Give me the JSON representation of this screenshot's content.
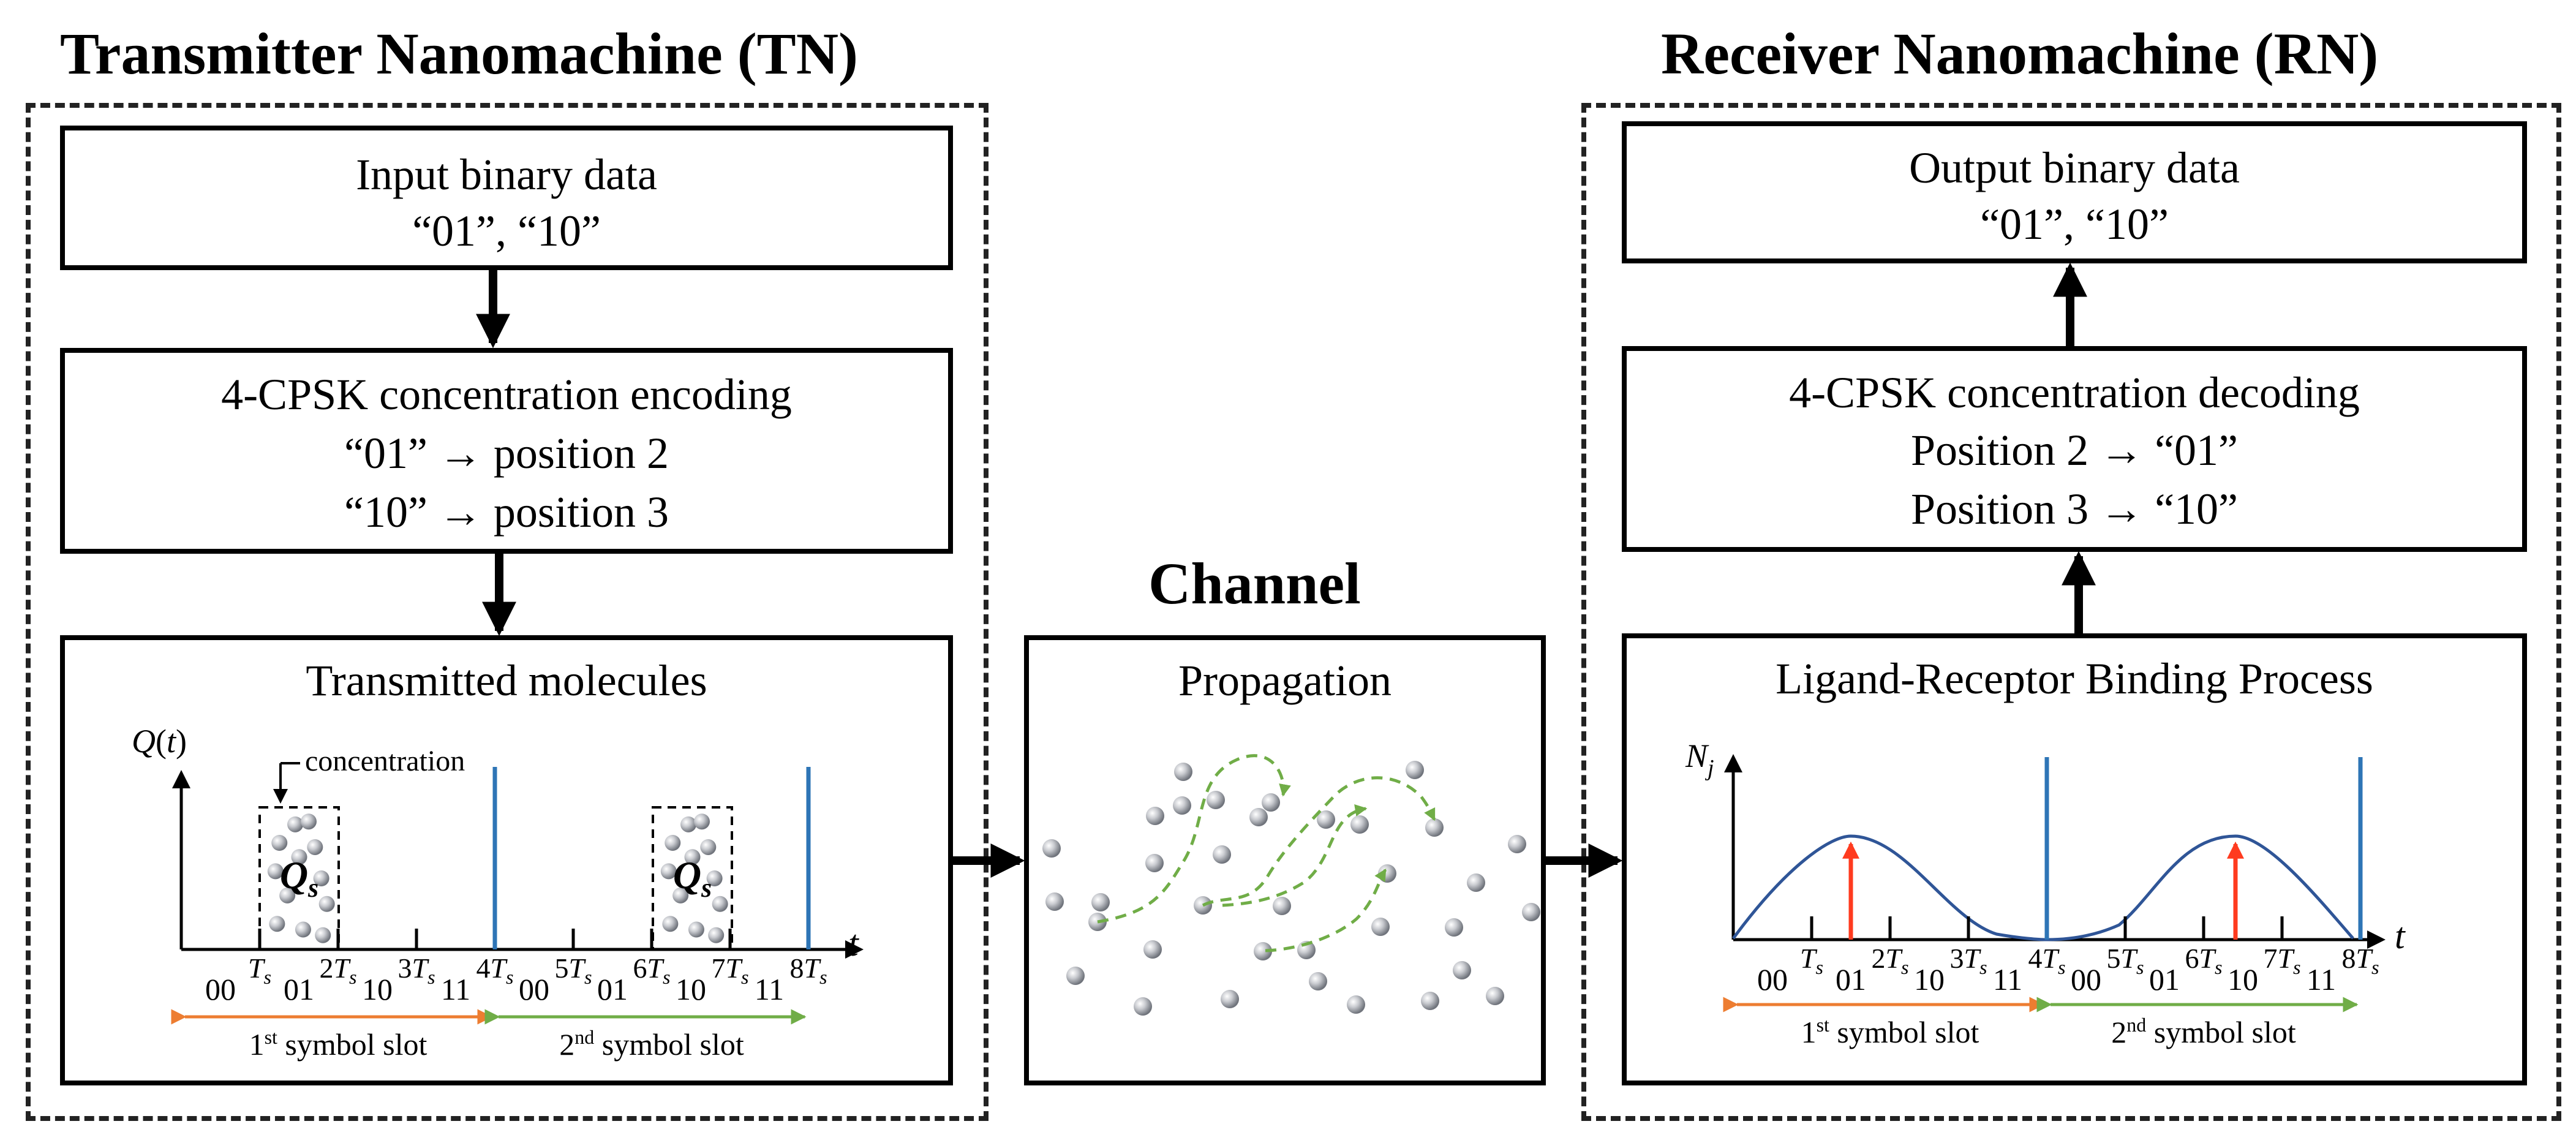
{
  "tn": {
    "title": "Transmitter Nanomachine (TN)",
    "input_box": {
      "line1": "Input binary data",
      "line2": "“01”, “10”"
    },
    "encoding_box": {
      "line1": "4-CPSK concentration encoding",
      "line2": "“01” → position 2",
      "line3": "“10” → position 3"
    },
    "molecules_box": {
      "title": "Transmitted molecules",
      "y_label": "Q(t)",
      "concentration_label": "concentration",
      "qs_label": "Q",
      "qs_sub": "s",
      "t_label": "t",
      "slot1_label": "1",
      "slot1_sup": "st",
      "slot1_text": "symbol slot",
      "slot2_label": "2",
      "slot2_sup": "nd",
      "slot2_text": "symbol slot"
    }
  },
  "channel": {
    "title": "Channel",
    "box_title": "Propagation"
  },
  "rn": {
    "title": "Receiver Nanomachine (RN)",
    "output_box": {
      "line1": "Output binary data",
      "line2": "“01”, “10”"
    },
    "decoding_box": {
      "line1": "4-CPSK concentration decoding",
      "line2": "Position 2 → “01”",
      "line3": "Position 3 → “10”"
    },
    "binding_box": {
      "title": "Ligand-Receptor Binding Process",
      "y_label": "N",
      "y_sub": "j",
      "t_label": "t",
      "slot1_label": "1",
      "slot1_sup": "st",
      "slot1_text": "symbol slot",
      "slot2_label": "2",
      "slot2_sup": "nd",
      "slot2_text": "symbol slot"
    }
  },
  "axis": {
    "symbols": [
      "00",
      "01",
      "10",
      "11",
      "00",
      "01",
      "10",
      "11"
    ],
    "ticks": [
      {
        "coef": "",
        "base": "T",
        "sub": "s"
      },
      {
        "coef": "2",
        "base": "T",
        "sub": "s"
      },
      {
        "coef": "3",
        "base": "T",
        "sub": "s"
      },
      {
        "coef": "4",
        "base": "T",
        "sub": "s"
      },
      {
        "coef": "5",
        "base": "T",
        "sub": "s"
      },
      {
        "coef": "6",
        "base": "T",
        "sub": "s"
      },
      {
        "coef": "7",
        "base": "T",
        "sub": "s"
      },
      {
        "coef": "8",
        "base": "T",
        "sub": "s"
      }
    ]
  },
  "colors": {
    "boundary_line": "#2e75b6",
    "peak_arrow": "#ff3b1f",
    "curve": "#2f5597",
    "slot1_arrow": "#ed7d31",
    "slot2_arrow": "#70ad47",
    "path_arrow": "#70ad47"
  }
}
